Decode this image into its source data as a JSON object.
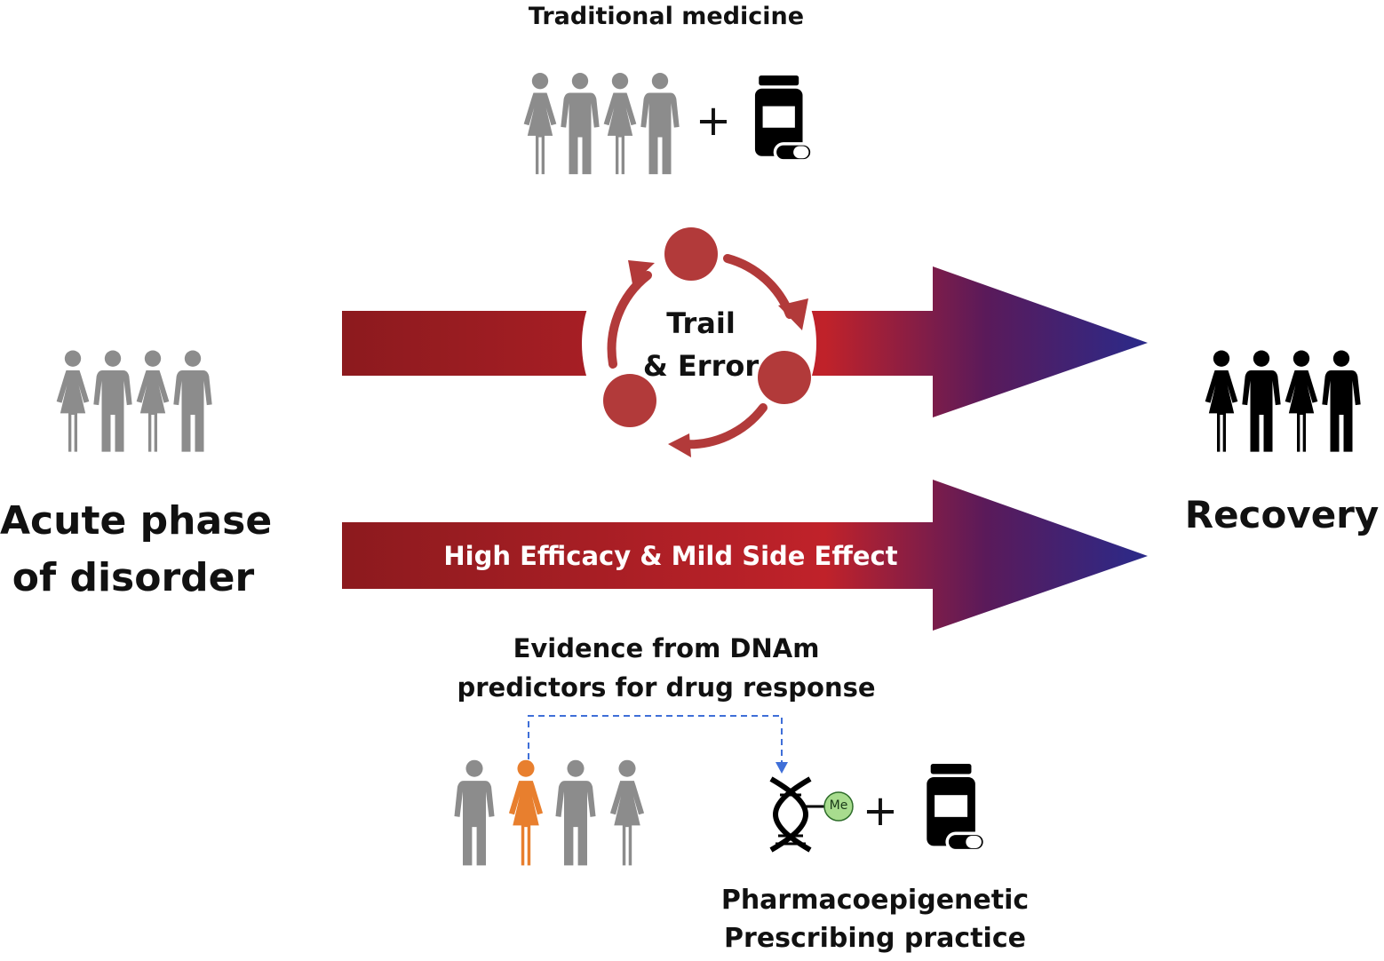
{
  "top": {
    "title": "Traditional medicine"
  },
  "left": {
    "line1": "Acute phase",
    "line2": "of disorder"
  },
  "right": {
    "label": "Recovery"
  },
  "cycle": {
    "line1": "Trail",
    "line2": "& Error"
  },
  "arrow2": {
    "label": "High Efficacy & Mild Side Effect"
  },
  "evidence": {
    "line1": "Evidence from DNAm",
    "line2": "predictors for drug response"
  },
  "dna": {
    "mark": "Me"
  },
  "plus": "+",
  "bottom": {
    "line1": "Pharmacoepigenetic",
    "line2": "Prescribing practice"
  },
  "colors": {
    "person_gray": "#8c8c8c",
    "person_black": "#000000",
    "person_orange": "#e87f2e",
    "arrow_dark_red": "#8c1a1e",
    "arrow_red": "#c0222a",
    "arrow_purple": "#5a1a5a",
    "arrow_blue": "#2a2a8a",
    "cycle_red": "#b23a3a",
    "dashed_blue": "#3f6fd8",
    "me_green": "#a8dc8e"
  }
}
